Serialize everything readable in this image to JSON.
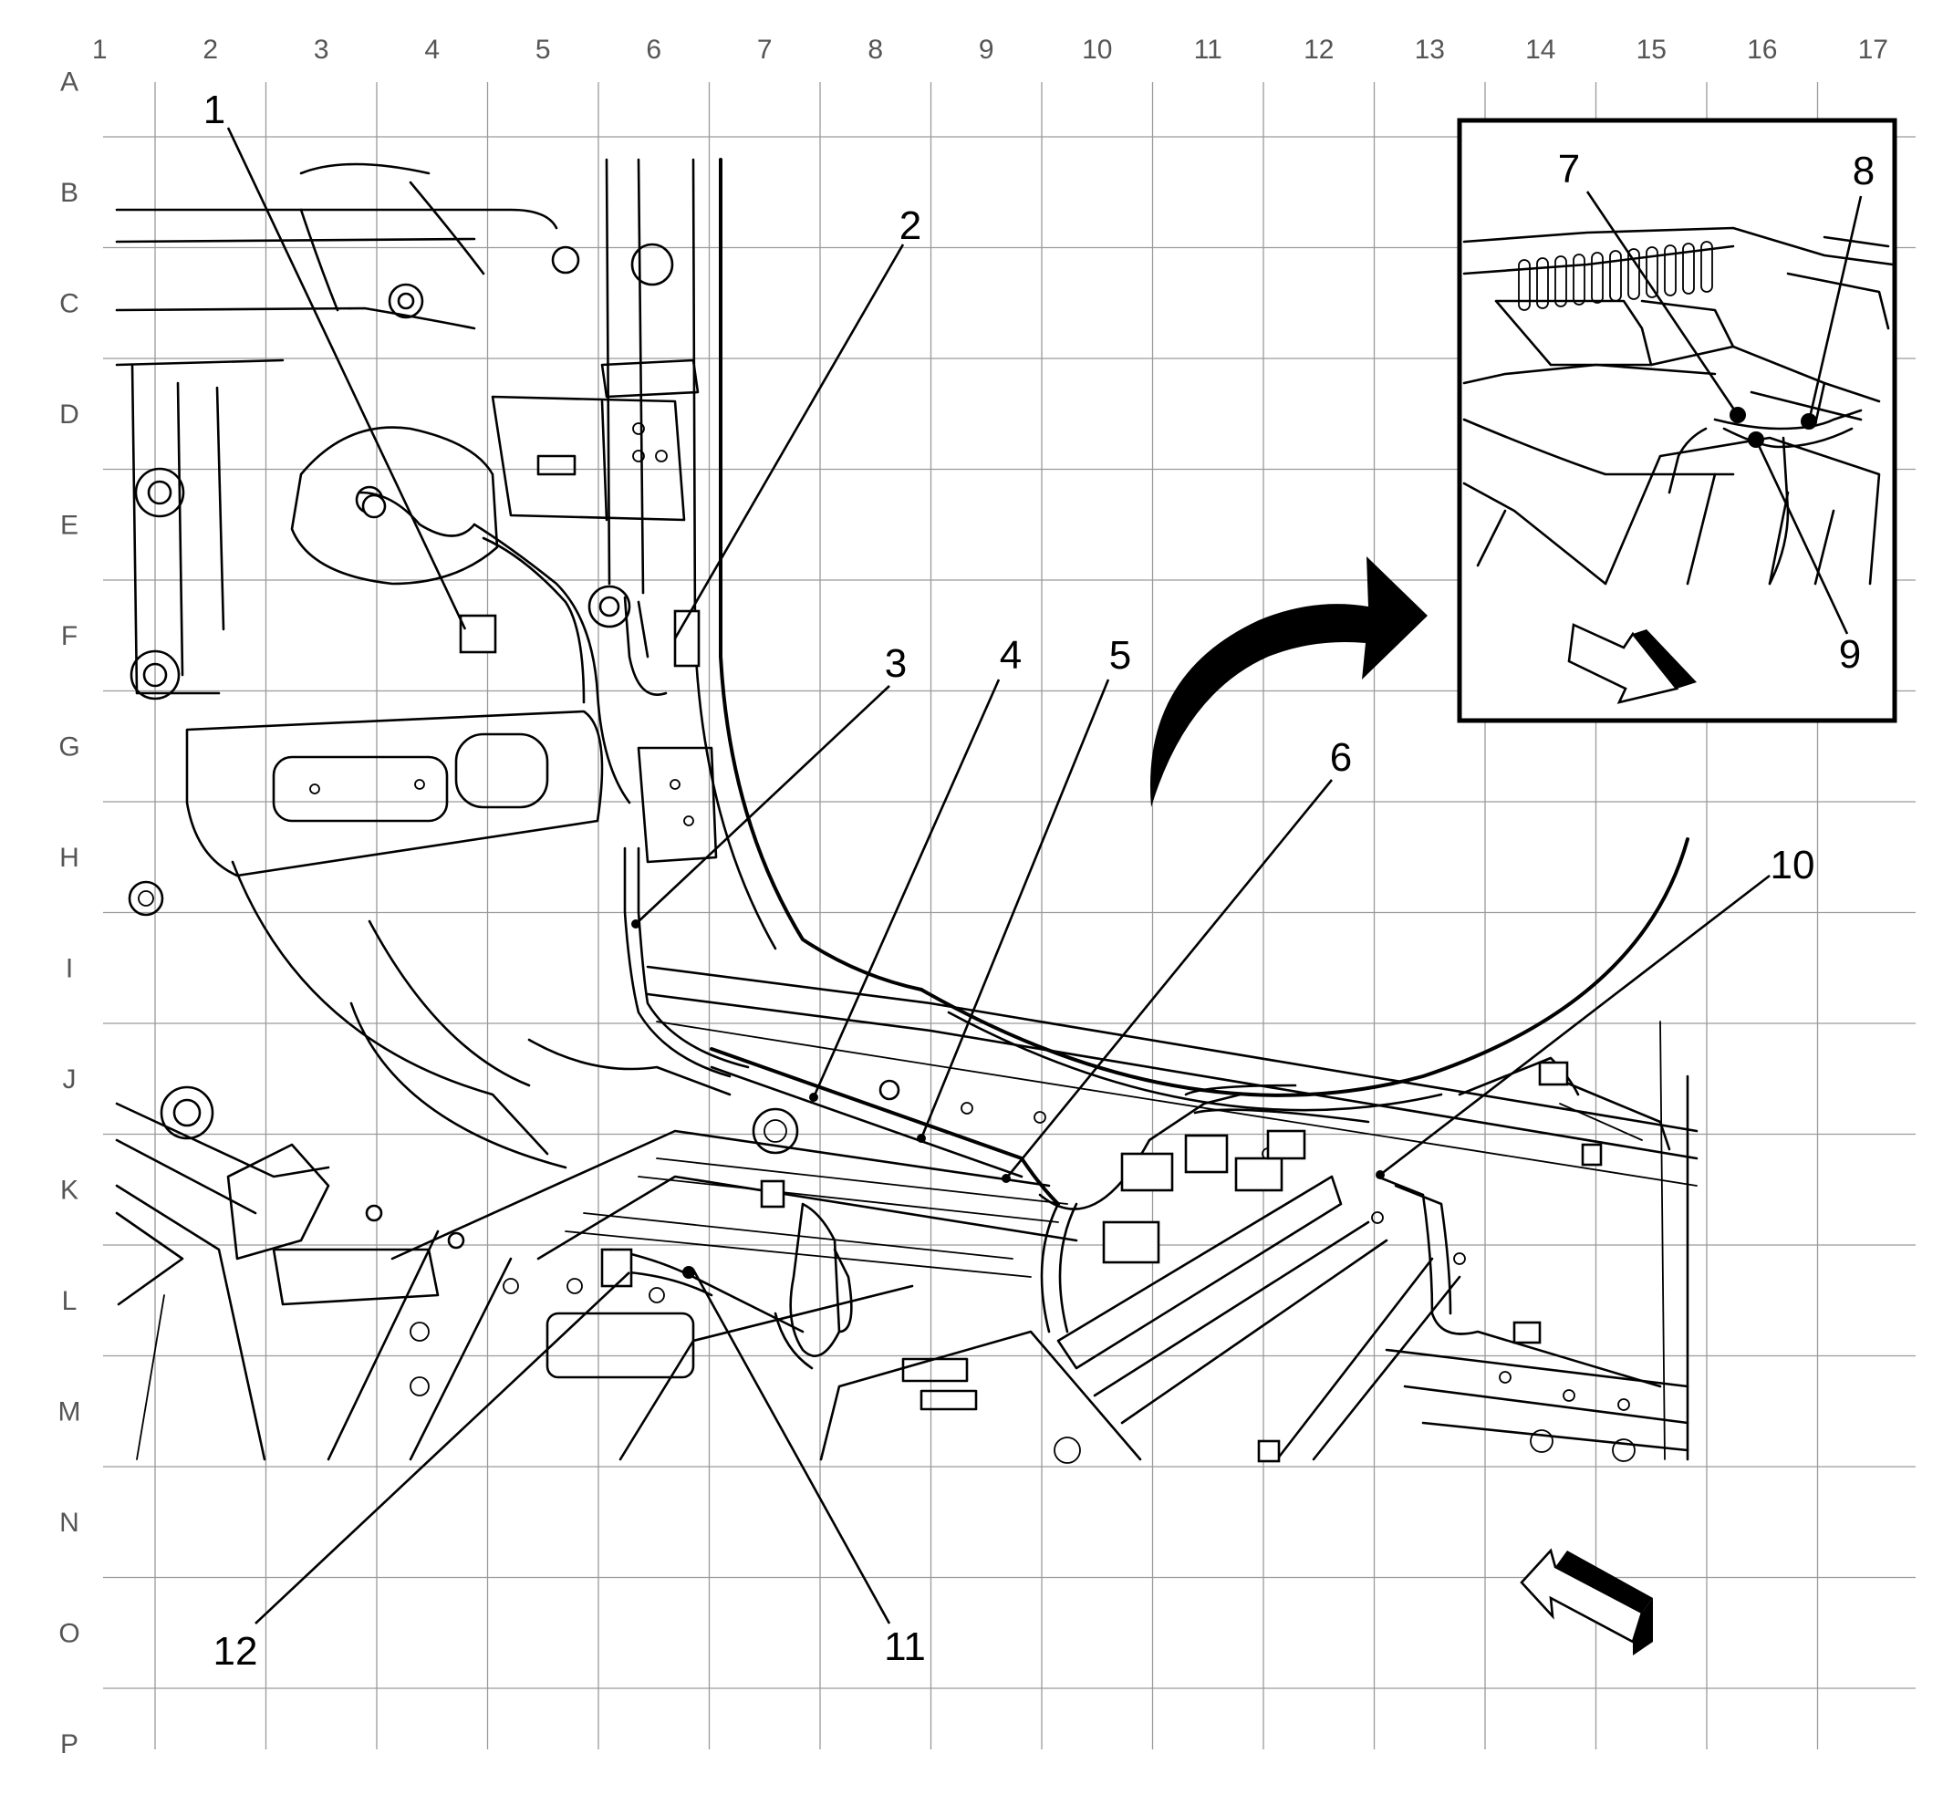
{
  "grid": {
    "columns": [
      "1",
      "2",
      "3",
      "4",
      "5",
      "6",
      "7",
      "8",
      "9",
      "10",
      "11",
      "12",
      "13",
      "14",
      "15",
      "16",
      "17"
    ],
    "rows": [
      "A",
      "B",
      "C",
      "D",
      "E",
      "F",
      "G",
      "H",
      "I",
      "J",
      "K",
      "L",
      "M",
      "N",
      "O",
      "P"
    ]
  },
  "callouts": [
    "1",
    "2",
    "3",
    "4",
    "5",
    "6",
    "7",
    "8",
    "9",
    "10",
    "11",
    "12"
  ],
  "icons": {
    "transition_arrow": "curved-arrow-icon",
    "inset_view_arrow": "view-direction-arrow-icon",
    "main_view_arrow": "view-direction-arrow-icon"
  }
}
